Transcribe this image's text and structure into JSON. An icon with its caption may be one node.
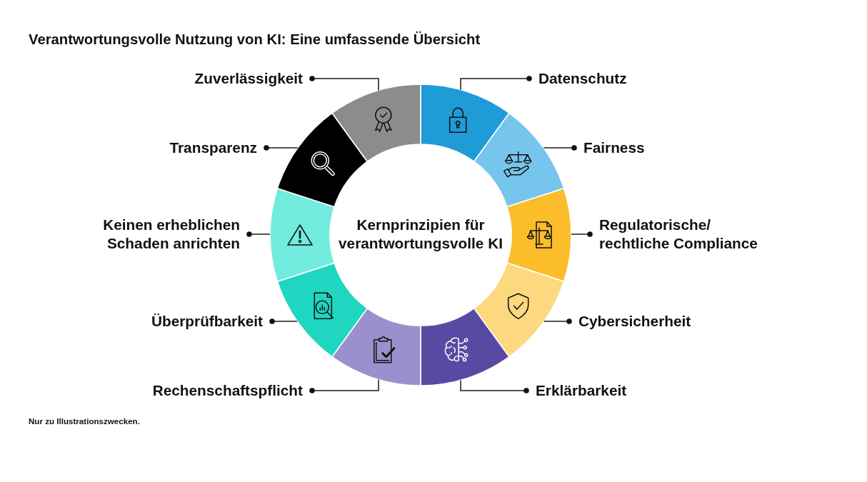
{
  "diagram": {
    "title": "Verantwortungsvolle Nutzung von KI: Eine umfassende Übersicht",
    "nodes": [
      {
        "text": [
          "Datenschutz"
        ]
      },
      {
        "text": [],
        "shape": "segment"
      },
      {
        "text": [
          "Fairness"
        ]
      },
      {
        "text": [],
        "shape": "segment"
      },
      {
        "text": [
          "Regulatorische/ rechtliche Compliance"
        ]
      },
      {
        "text": [],
        "shape": "segment"
      },
      {
        "text": [
          "Cybersicherheit"
        ]
      },
      {
        "text": [],
        "shape": "segment"
      },
      {
        "text": [
          "Erklärbarkeit"
        ]
      },
      {
        "text": [],
        "shape": "segment"
      },
      {
        "text": [
          "Rechenschaftspflicht"
        ]
      },
      {
        "text": [],
        "shape": "segment"
      },
      {
        "text": [
          "Überprüfbarkeit"
        ]
      },
      {
        "text": [],
        "shape": "segment"
      },
      {
        "text": [
          "Keinen erheblichen Schaden anrichten"
        ]
      },
      {
        "text": [],
        "shape": "segment"
      },
      {
        "text": [
          "Transparenz"
        ]
      },
      {
        "text": [],
        "shape": "segment"
      },
      {
        "text": [
          "Zuverlässigkeit"
        ]
      },
      {
        "text": [],
        "shape": "segment"
      }
    ],
    "edges": [
      {
        "from": 0,
        "to": 1,
        "arrow": "other"
      },
      {
        "from": 2,
        "to": 3,
        "arrow": "other"
      },
      {
        "from": 4,
        "to": 5,
        "arrow": "other"
      },
      {
        "from": 6,
        "to": 7,
        "arrow": "other"
      },
      {
        "from": 8,
        "to": 9,
        "arrow": "other"
      },
      {
        "from": 10,
        "to": 11,
        "arrow": "other"
      },
      {
        "from": 12,
        "to": 13,
        "arrow": "other"
      },
      {
        "from": 14,
        "to": 15,
        "arrow": "other"
      },
      {
        "from": 16,
        "to": 17,
        "arrow": "other"
      },
      {
        "from": 18,
        "to": 19,
        "arrow": "other"
      }
    ],
    "labels": [
      "Kernprinzipien für verantwortungsvolle KI",
      "Nur zu Illustrationszwecken."
    ]
  }
}
